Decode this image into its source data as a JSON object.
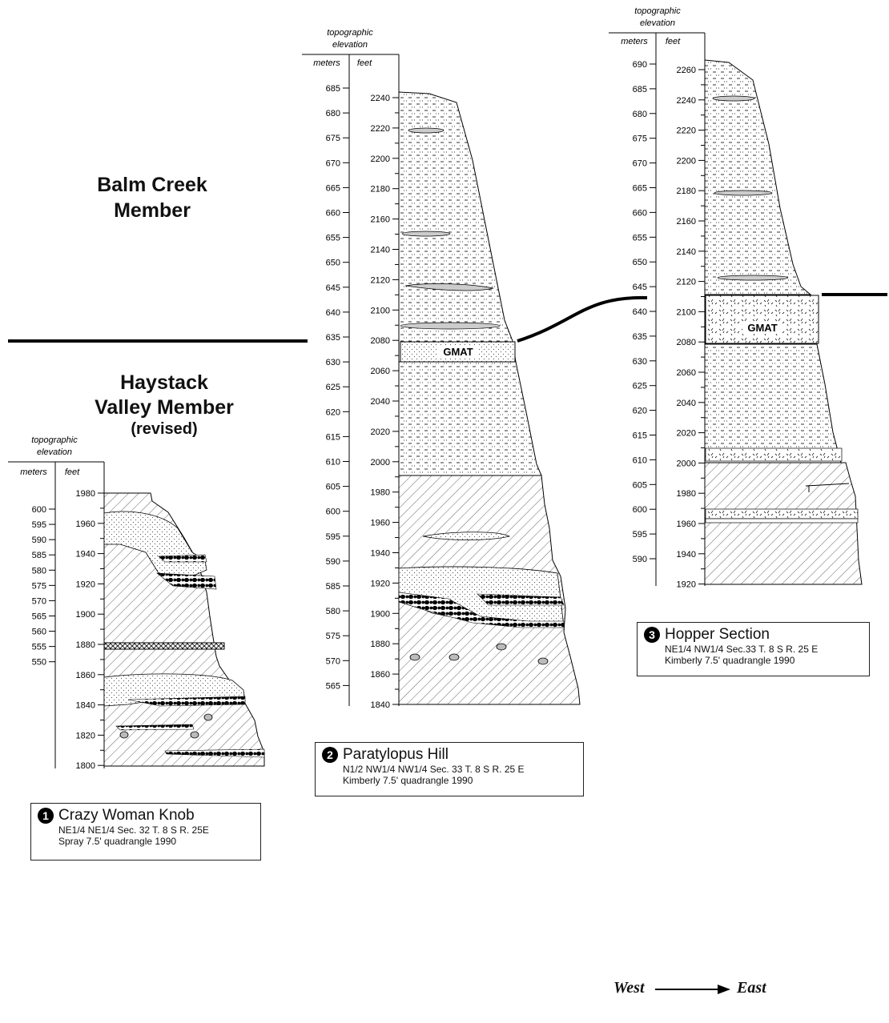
{
  "members": {
    "upper": {
      "line1": "Balm Creek",
      "line2": "Member"
    },
    "lower": {
      "line1": "Haystack",
      "line2": "Valley Member",
      "line3": "(revised)"
    }
  },
  "axis_labels": {
    "caption_line1": "topographic",
    "caption_line2": "elevation",
    "meters": "meters",
    "feet": "feet"
  },
  "marker_label": "GMAT",
  "sections": [
    {
      "number": "1",
      "title": "Crazy Woman Knob",
      "location": "NE1/4  NE1/4  Sec. 32  T. 8 S  R. 25E",
      "quadrangle": "Spray 7.5' quadrangle  1990",
      "meter_ticks": [
        "600",
        "595",
        "590",
        "585",
        "580",
        "575",
        "570",
        "565",
        "560",
        "555",
        "550"
      ],
      "feet_ticks": [
        "1980",
        "1960",
        "1940",
        "1920",
        "1900",
        "1880",
        "1860",
        "1840",
        "1820",
        "1800"
      ]
    },
    {
      "number": "2",
      "title": "Paratylopus Hill",
      "location": "N1/2  NW1/4  NW1/4  Sec. 33  T. 8 S  R. 25 E",
      "quadrangle": "Kimberly 7.5' quadrangle  1990",
      "meter_ticks": [
        "685",
        "680",
        "675",
        "670",
        "665",
        "660",
        "655",
        "650",
        "645",
        "640",
        "635",
        "630",
        "625",
        "620",
        "615",
        "610",
        "605",
        "600",
        "595",
        "590",
        "585",
        "580",
        "575",
        "570",
        "565"
      ],
      "feet_ticks": [
        "2240",
        "2220",
        "2200",
        "2180",
        "2160",
        "2140",
        "2120",
        "2100",
        "2080",
        "2060",
        "2040",
        "2020",
        "2000",
        "1980",
        "1960",
        "1940",
        "1920",
        "1900",
        "1880",
        "1860",
        "1840"
      ]
    },
    {
      "number": "3",
      "title": "Hopper Section",
      "location": "NE1/4  NW1/4  Sec.33  T. 8 S  R. 25 E",
      "quadrangle": "Kimberly 7.5' quadrangle  1990",
      "meter_ticks": [
        "690",
        "685",
        "680",
        "675",
        "670",
        "665",
        "660",
        "655",
        "650",
        "645",
        "640",
        "635",
        "630",
        "625",
        "620",
        "615",
        "610",
        "605",
        "600",
        "595",
        "590"
      ],
      "feet_ticks": [
        "2260",
        "2240",
        "2220",
        "2200",
        "2180",
        "2160",
        "2140",
        "2120",
        "2100",
        "2080",
        "2060",
        "2040",
        "2020",
        "2000",
        "1980",
        "1960",
        "1940",
        "1920"
      ]
    }
  ],
  "direction": {
    "from": "West",
    "to": "East"
  }
}
